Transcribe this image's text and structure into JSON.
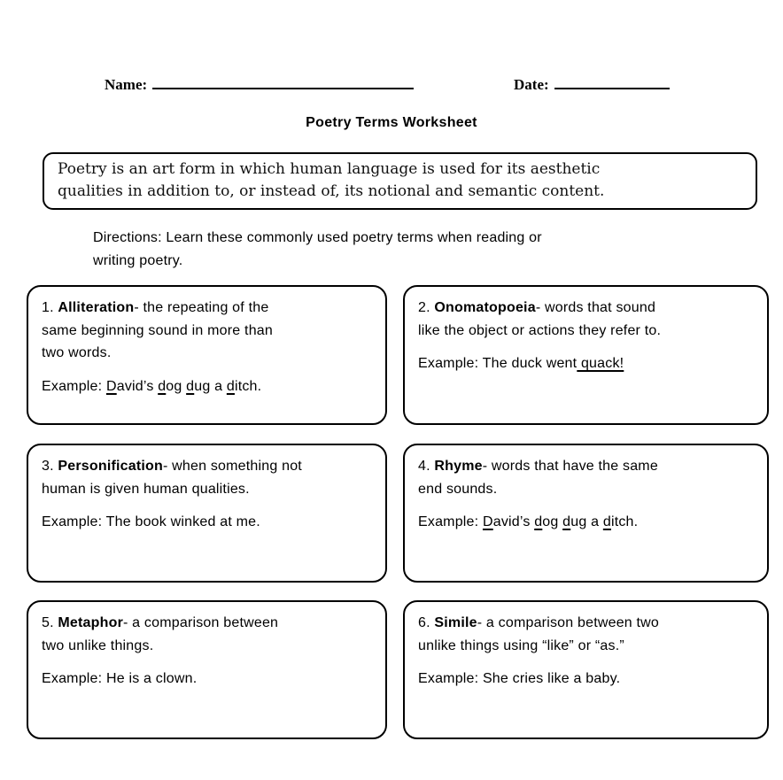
{
  "page": {
    "background_color": "#ffffff",
    "text_color": "#000000",
    "border_color": "#000000"
  },
  "header": {
    "name_label": "Name:",
    "date_label": "Date:"
  },
  "title": "Poetry Terms Worksheet",
  "intro": {
    "lines": [
      "Poetry is an art form in which human language is used for its aesthetic",
      "qualities in addition to, or instead of, its notional and semantic content."
    ]
  },
  "directions": {
    "lines": [
      "Directions: Learn these commonly used poetry terms when reading or",
      "writing poetry."
    ]
  },
  "terms": [
    {
      "number": "1.",
      "term": "Alliteration",
      "def_lines": [
        [
          {
            "text": "1. "
          },
          {
            "text": "Alliteration",
            "bold": true
          },
          {
            "text": "- the repeating of the"
          }
        ],
        [
          {
            "text": "same beginning sound in more than"
          }
        ],
        [
          {
            "text": "two words."
          }
        ]
      ],
      "example_segments": [
        {
          "text": "Example: "
        },
        {
          "text": "D",
          "underline": true
        },
        {
          "text": "avid’s "
        },
        {
          "text": "d",
          "underline": true
        },
        {
          "text": "og "
        },
        {
          "text": "d",
          "underline": true
        },
        {
          "text": "ug a "
        },
        {
          "text": "d",
          "underline": true
        },
        {
          "text": "itch."
        }
      ]
    },
    {
      "number": "2.",
      "term": "Onomatopoeia",
      "def_lines": [
        [
          {
            "text": "2. "
          },
          {
            "text": "Onomatopoeia",
            "bold": true
          },
          {
            "text": "- words that sound"
          }
        ],
        [
          {
            "text": "like the object or actions they refer to."
          }
        ]
      ],
      "example_segments": [
        {
          "text": "Example: The duck went"
        },
        {
          "text": " quack!",
          "underline": true
        }
      ]
    },
    {
      "number": "3.",
      "term": "Personification",
      "def_lines": [
        [
          {
            "text": "3. "
          },
          {
            "text": "Personification",
            "bold": true
          },
          {
            "text": "- when something not"
          }
        ],
        [
          {
            "text": "human is given human qualities."
          }
        ]
      ],
      "example_segments": [
        {
          "text": "Example: The book winked at me."
        }
      ]
    },
    {
      "number": "4.",
      "term": "Rhyme",
      "def_lines": [
        [
          {
            "text": "4. "
          },
          {
            "text": "Rhyme",
            "bold": true
          },
          {
            "text": "- words that have the same"
          }
        ],
        [
          {
            "text": "end sounds."
          }
        ]
      ],
      "example_segments": [
        {
          "text": "Example: "
        },
        {
          "text": "D",
          "underline": true
        },
        {
          "text": "avid’s "
        },
        {
          "text": "d",
          "underline": true
        },
        {
          "text": "og "
        },
        {
          "text": "d",
          "underline": true
        },
        {
          "text": "ug a "
        },
        {
          "text": "d",
          "underline": true
        },
        {
          "text": "itch."
        }
      ]
    },
    {
      "number": "5.",
      "term": "Metaphor",
      "def_lines": [
        [
          {
            "text": "5. "
          },
          {
            "text": "Metaphor",
            "bold": true
          },
          {
            "text": "- a comparison between"
          }
        ],
        [
          {
            "text": "two unlike things."
          }
        ]
      ],
      "example_segments": [
        {
          "text": "Example: He is a clown."
        }
      ]
    },
    {
      "number": "6.",
      "term": "Simile",
      "def_lines": [
        [
          {
            "text": "6. "
          },
          {
            "text": "Simile",
            "bold": true
          },
          {
            "text": "- a comparison between two"
          }
        ],
        [
          {
            "text": "unlike things using “like” or “as.”"
          }
        ]
      ],
      "example_segments": [
        {
          "text": "Example: She cries like a baby."
        }
      ]
    }
  ]
}
